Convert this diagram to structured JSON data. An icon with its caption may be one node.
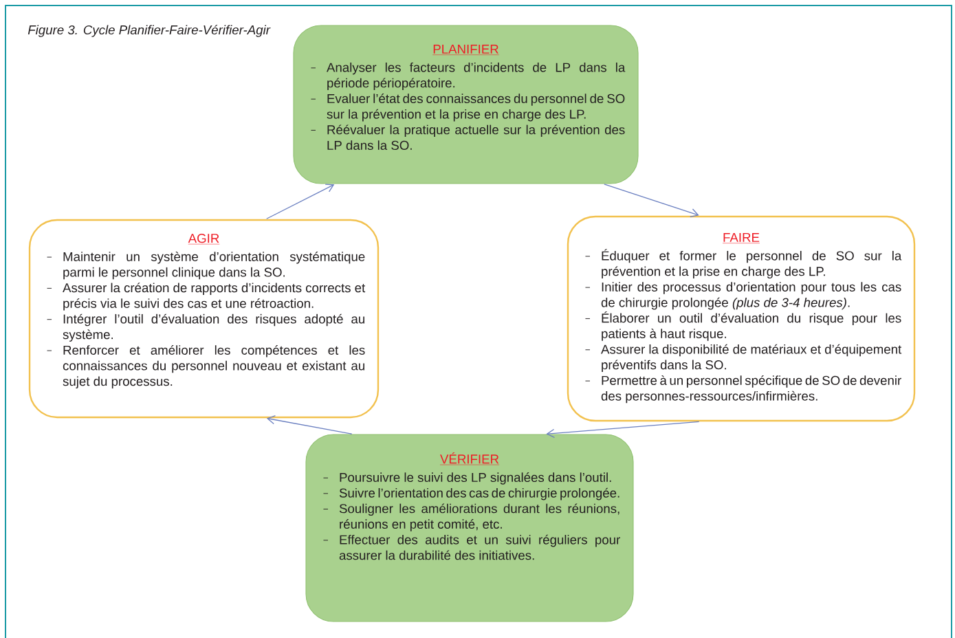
{
  "diagram": {
    "title": "Figure 3. Cycle Planifier-Faire-Vérifier-Agir",
    "nodes": [
      {
        "text": [
          "PLANIFIER",
          "Analyser les facteurs d’incidents de LP dans la période périopératoire.",
          "Evaluer l’état des connaissances du personnel de SO sur la prévention et la prise en charge des LP.",
          "Réévaluer la pratique actuelle sur la prévention des LP dans la SO."
        ]
      },
      {
        "text": [
          "FAIRE",
          "Éduquer et former le personnel de SO sur la prévention et la prise en charge des LP.",
          "Initier des processus d’orientation pour tous les cas de chirurgie prolongée *(plus de 3-4 heures)*.",
          "Élaborer un outil d’évaluation du risque pour les patients à haut risque.",
          "Assurer la disponibilité de matériaux et d’équipement préventifs dans la SO.",
          "Permettre à un personnel spécifique de SO de devenir des personnes-ressources/infirmières."
        ]
      },
      {
        "text": [
          "VÉRIFIER",
          "Poursuivre le suivi des LP signalées dans l’outil.",
          "Suivre l’orientation des cas de chirurgie prolongée.",
          "Souligner les améliorations durant les réunions, réunions en petit comité, etc.",
          "Effectuer des audits et un suivi réguliers pour assurer la durabilité des initiatives."
        ]
      },
      {
        "text": [
          "AGIR",
          "Maintenir un système d’orientation systématique parmi le personnel clinique dans la SO.",
          "Assurer la création de rapports d’incidents corrects et précis via le suivi des cas et une rétroaction.",
          "Intégrer l’outil d’évaluation des risques adopté au système.",
          "Renforcer et améliorer les compétences et les connaissances du personnel nouveau et existant au sujet du processus."
        ]
      }
    ],
    "edges": [
      {
        "from": 0,
        "to": 1,
        "arrow": "to"
      },
      {
        "from": 1,
        "to": 2,
        "arrow": "to"
      },
      {
        "from": 2,
        "to": 3,
        "arrow": "to"
      },
      {
        "from": 3,
        "to": 0,
        "arrow": "to"
      }
    ]
  }
}
